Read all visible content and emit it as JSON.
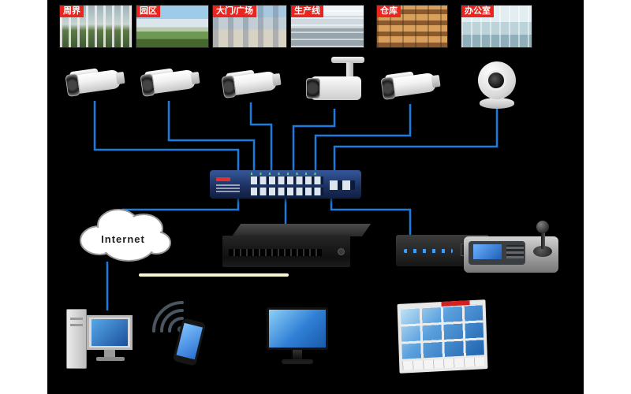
{
  "scenes": [
    {
      "label": "周界"
    },
    {
      "label": "园区"
    },
    {
      "label": "大门/广场"
    },
    {
      "label": "生产线"
    },
    {
      "label": "仓库"
    },
    {
      "label": "办公室"
    }
  ],
  "cloud": {
    "label": "Internet"
  },
  "colors": {
    "wire": "#1b7ce0",
    "scene_label_bg": "#e8251f",
    "divider": "#f7f7cf",
    "canvas_background": "#000000",
    "page_margin": "#ffffff"
  },
  "icons": {
    "cameras": [
      "bullet-camera",
      "bullet-camera",
      "bullet-camera",
      "ptz-camera",
      "bullet-camera",
      "turret-dome-camera"
    ],
    "network": [
      "poe-switch",
      "internet-cloud",
      "nvr-recorder",
      "video-decoder",
      "ptz-control-keyboard"
    ],
    "clients": [
      "desktop-pc",
      "wifi-smartphone",
      "monitor",
      "video-wall"
    ]
  }
}
